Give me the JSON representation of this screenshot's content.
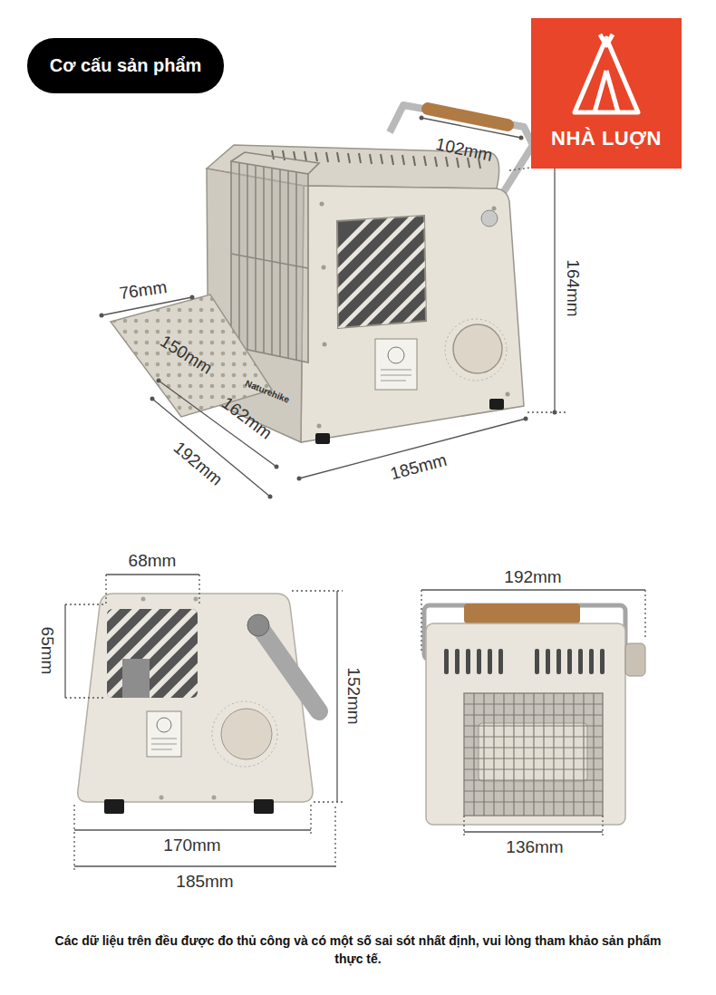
{
  "diagram": {
    "caption": "Các dữ liệu trên đều được đo thủ công và có một số sai sót nhất định, vui lòng tham khảo sản phẩm thực tế.",
    "nodes": [
      {
        "text": [
          "Cơ cấu sản phẩm"
        ]
      },
      {
        "text": [
          "NHÀ LUỢN"
        ]
      }
    ],
    "labels": [
      "102mm",
      "164mm",
      "76mm",
      "150mm",
      "162mm",
      "192mm",
      "185mm",
      "Naturehike",
      "68mm",
      "65mm",
      "152mm",
      "170mm",
      "185mm",
      "192mm",
      "136mm"
    ]
  }
}
